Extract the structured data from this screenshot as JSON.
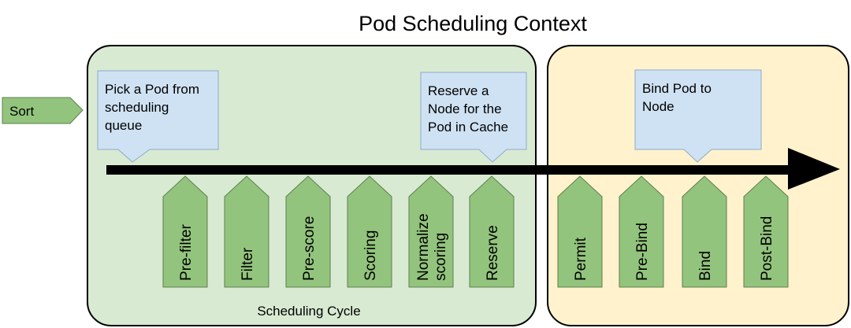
{
  "title": "Pod Scheduling Context",
  "sort_label": "Sort",
  "scheduling_cycle_label": "Scheduling Cycle",
  "callouts": [
    {
      "lines": [
        "Pick a Pod from",
        "scheduling",
        "queue"
      ]
    },
    {
      "lines": [
        "Reserve a",
        "Node for the",
        "Pod in Cache"
      ]
    },
    {
      "lines": [
        "Bind Pod to",
        "Node"
      ]
    }
  ],
  "plugins": [
    {
      "lines": [
        "Pre-filter"
      ]
    },
    {
      "lines": [
        "Filter"
      ]
    },
    {
      "lines": [
        "Pre-score"
      ]
    },
    {
      "lines": [
        "Scoring"
      ]
    },
    {
      "lines": [
        "Normalize",
        "scoring"
      ]
    },
    {
      "lines": [
        "Reserve"
      ]
    },
    {
      "lines": [
        "Permit"
      ]
    },
    {
      "lines": [
        "Pre-Bind"
      ]
    },
    {
      "lines": [
        "Bind"
      ]
    },
    {
      "lines": [
        "Post-Bind"
      ]
    }
  ],
  "colors": {
    "scheduling_bg": "#d9ead3",
    "binding_bg": "#fff2cc",
    "plugin_fill": "#93c47d",
    "callout_fill": "#cfe2f3"
  }
}
